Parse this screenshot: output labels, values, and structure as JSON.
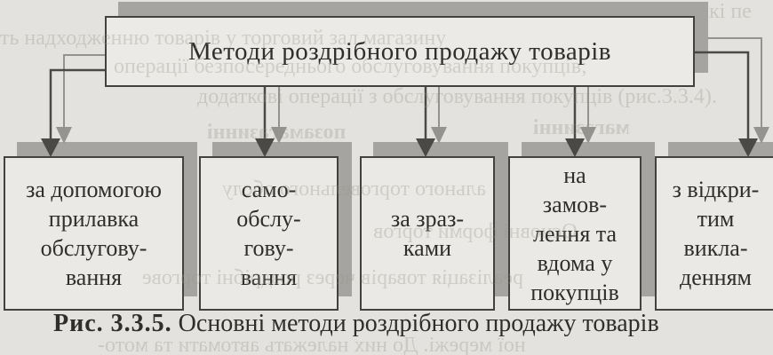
{
  "figure": {
    "title": "Методи роздрібного продажу товарів",
    "caption_label": "Рис. 3.3.5.",
    "caption_text": " Основні методи роздрібного продажу товарів",
    "boxes": [
      {
        "name": "counter-service",
        "lines": [
          "за допомогою",
          "прилавка",
          "обслугову-",
          "вання"
        ]
      },
      {
        "name": "self-service",
        "lines": [
          "само-",
          "обслу-",
          "гову-",
          "вання"
        ]
      },
      {
        "name": "by-samples",
        "lines": [
          "за зраз-",
          "ками"
        ]
      },
      {
        "name": "by-order-home",
        "lines": [
          "на",
          "замов-",
          "лення та",
          "вдома у",
          "покупців"
        ]
      },
      {
        "name": "open-display",
        "lines": [
          "з відкри-",
          "тим",
          "викла-",
          "денням"
        ]
      }
    ]
  },
  "bleedthrough": {
    "items": [
      {
        "text": "кі пе"
      },
      {
        "text": "ть надходженню товарів у торговий зал магазину"
      },
      {
        "text": "операції безпосереднього обслуговування покупців;"
      },
      {
        "text": "додаткові операції з обслуговування покупців (рис.3.3.4)."
      },
      {
        "text": "позамагазинні"
      },
      {
        "text": "магазинні"
      },
      {
        "text": "ального торговельного обслу"
      },
      {
        "text": "Основні форми торгов"
      },
      {
        "text": "реалізація товарів через роздрібні торгове"
      },
      {
        "text": "ної мережі. До них належать автомати та мото-"
      }
    ]
  },
  "colors": {
    "paper": "#e3e2de",
    "box_fill": "#eae9e5",
    "border": "#43423e",
    "shadow": "#a5a4a0",
    "arrow_dark": "#4a4946",
    "arrow_gray": "#94938f",
    "text": "#2f2e2b",
    "bleed_text": "#97968c"
  }
}
